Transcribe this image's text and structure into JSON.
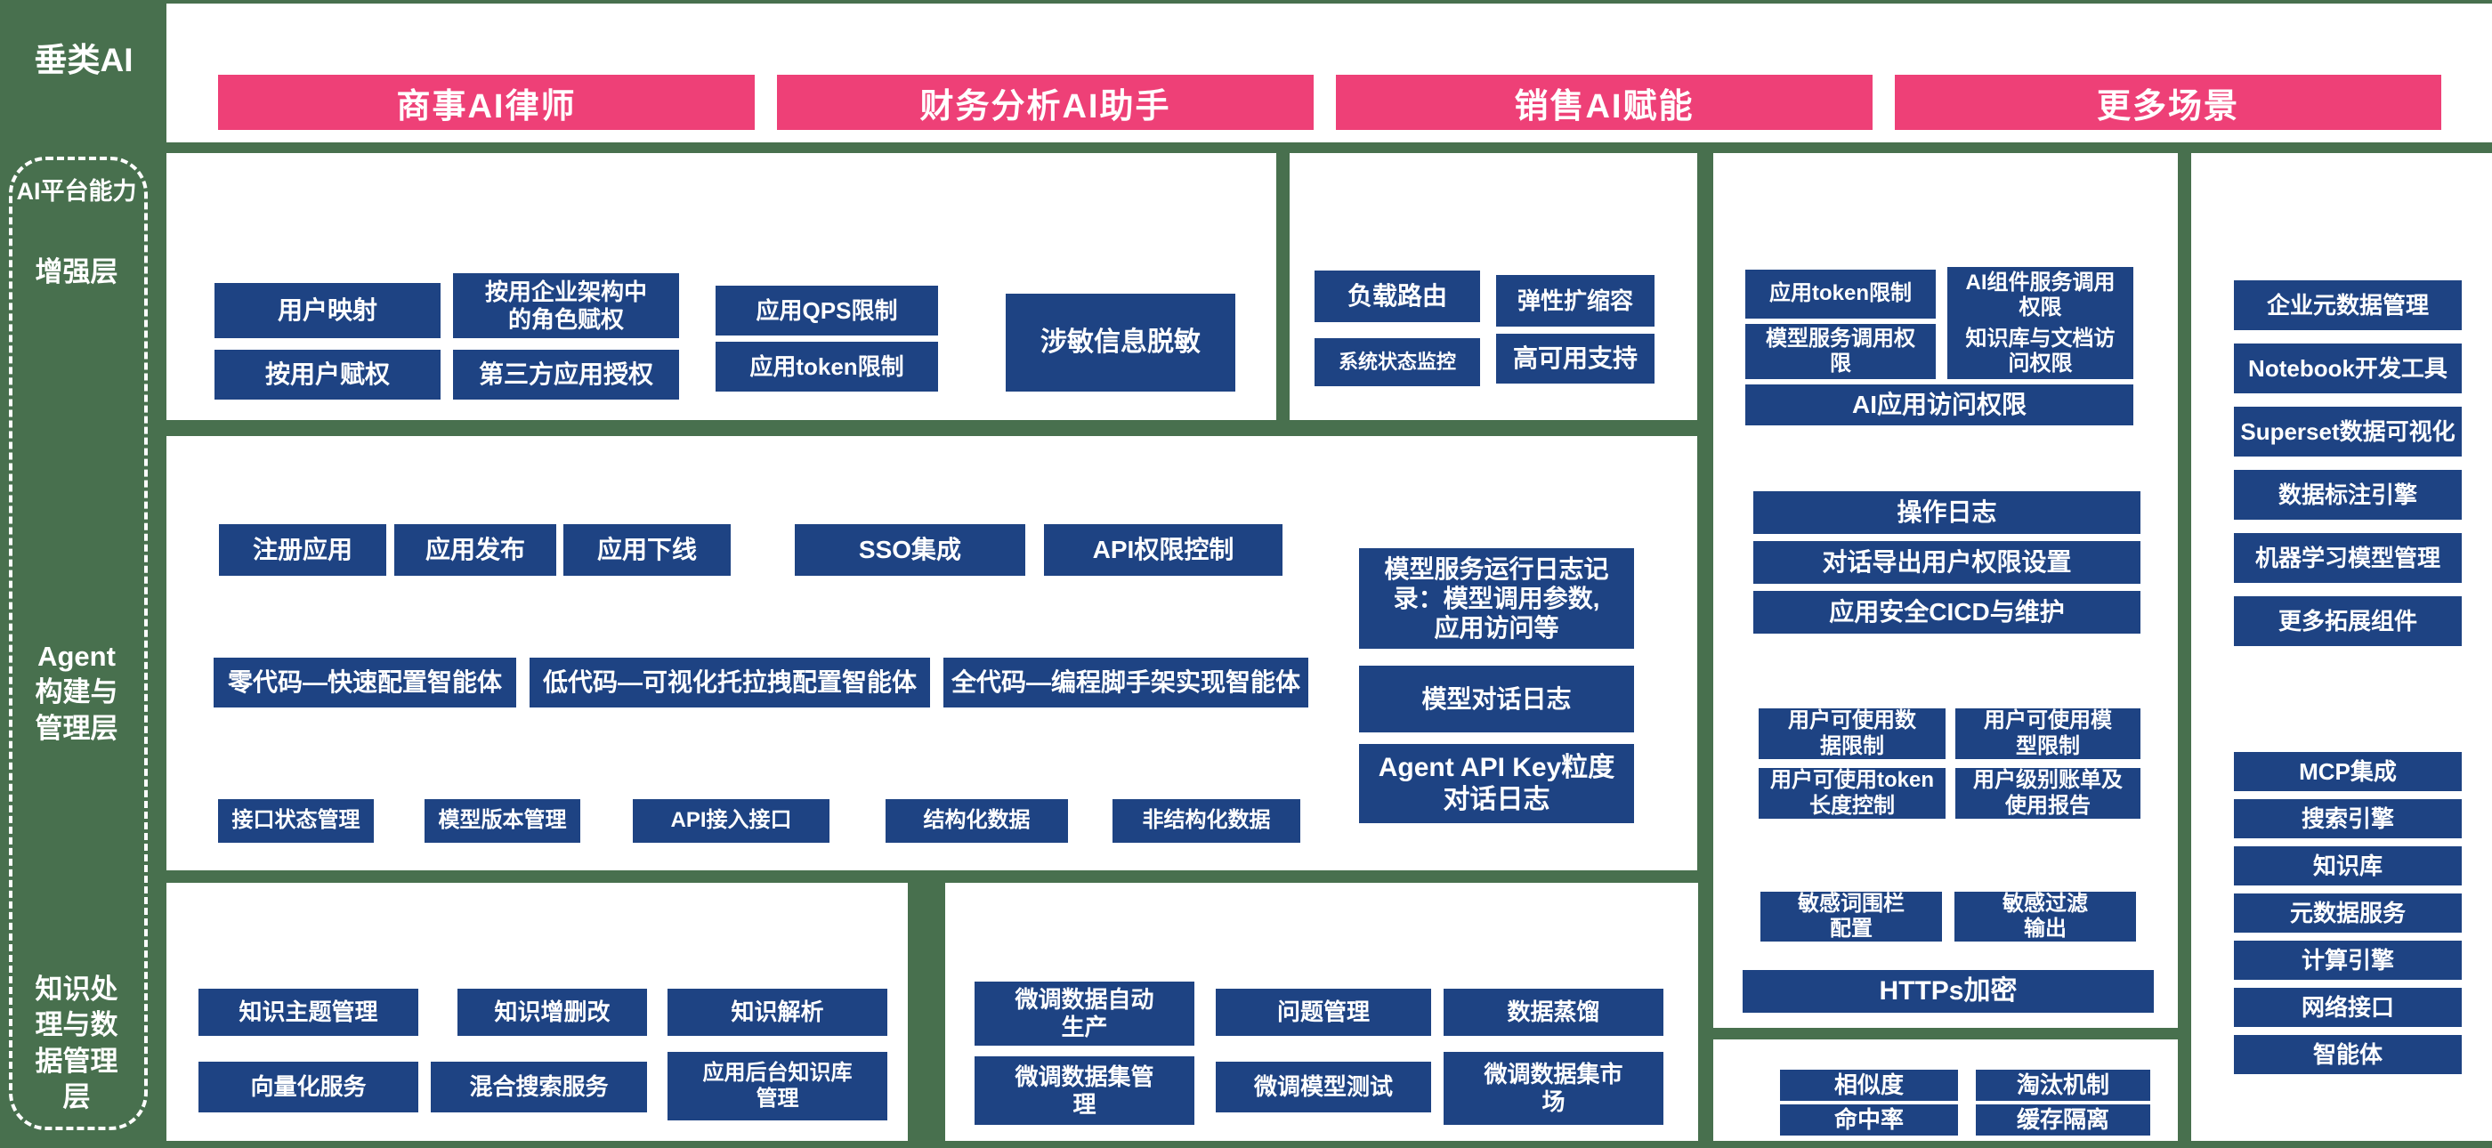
{
  "colors": {
    "background": "#48704e",
    "panel": "#ffffff",
    "box_blue": "#1e4383",
    "banner_pink": "#ee4077",
    "text": "#ffffff"
  },
  "sidebar": {
    "vertical_ai_label": "垂类AI",
    "platform_label": "AI平台能力",
    "layers": [
      "增强层",
      "Agent\n构建与\n管理层",
      "知识处\n理与数\n据管理\n层"
    ]
  },
  "scenario_banners": [
    "商事AI律师",
    "财务分析AI助手",
    "销售AI赋能",
    "更多场景"
  ],
  "access_panel": {
    "items": [
      "用户映射",
      "按用企业架构中\n的角色赋权",
      "应用QPS限制",
      "按用户赋权",
      "第三方应用授权",
      "应用token限制",
      "涉敏信息脱敏"
    ]
  },
  "runtime_panel": {
    "items": [
      "负载路由",
      "弹性扩缩容",
      "系统状态监控",
      "高可用支持"
    ]
  },
  "agent_panel": {
    "lifecycle": [
      "注册应用",
      "应用发布",
      "应用下线",
      "SSO集成",
      "API权限控制"
    ],
    "code_modes": [
      {
        "prefix": "零代码",
        "rest": "—快速配置智能体"
      },
      {
        "prefix": "低代码",
        "rest": "—可视化托拉拽配置智能体"
      },
      {
        "prefix": "全代码",
        "rest": "—编程脚手架实现智能体"
      }
    ],
    "ops": [
      "接口状态管理",
      "模型版本管理",
      "API接入接口",
      "结构化数据",
      "非结构化数据"
    ],
    "logs": [
      "模型服务运行日志记\n录：模型调用参数,\n应用访问等",
      "模型对话日志",
      "Agent API Key粒度\n对话日志"
    ]
  },
  "security_panel": {
    "permissions": [
      "应用token限制",
      "AI组件服务调用\n权限",
      "模型服务调用权\n限",
      "知识库与文档访\n问权限"
    ],
    "app_access": "AI应用访问权限",
    "audit": [
      "操作日志",
      "对话导出用户权限设置",
      "应用安全CICD与维护"
    ],
    "quotas": [
      "用户可使用数\n据限制",
      "用户可使用模\n型限制",
      "用户可使用token\n长度控制",
      "用户级别账单及\n使用报告"
    ],
    "sensitive": [
      "敏感词围栏\n配置",
      "敏感过滤\n输出"
    ],
    "https_label": "HTTPs加密"
  },
  "cache_panel": {
    "items": [
      "相似度",
      "命中率",
      "淘汰机制",
      "缓存隔离"
    ]
  },
  "tools_panel": {
    "components": [
      "企业元数据管理",
      "Notebook开发工具",
      "Superset数据可视化",
      "数据标注引擎",
      "机器学习模型管理",
      "更多拓展组件"
    ],
    "services": [
      "MCP集成",
      "搜索引擎",
      "知识库",
      "元数据服务",
      "计算引擎",
      "网络接口",
      "智能体"
    ]
  },
  "knowledge_panel": {
    "items": [
      "知识主题管理",
      "知识增删改",
      "知识解析",
      "向量化服务",
      "混合搜索服务",
      "应用后台知识库\n管理"
    ]
  },
  "finetune_panel": {
    "items": [
      "微调数据自动\n生产",
      "问题管理",
      "数据蒸馏",
      "微调数据集管\n理",
      "微调模型测试",
      "微调数据集市\n场"
    ]
  }
}
